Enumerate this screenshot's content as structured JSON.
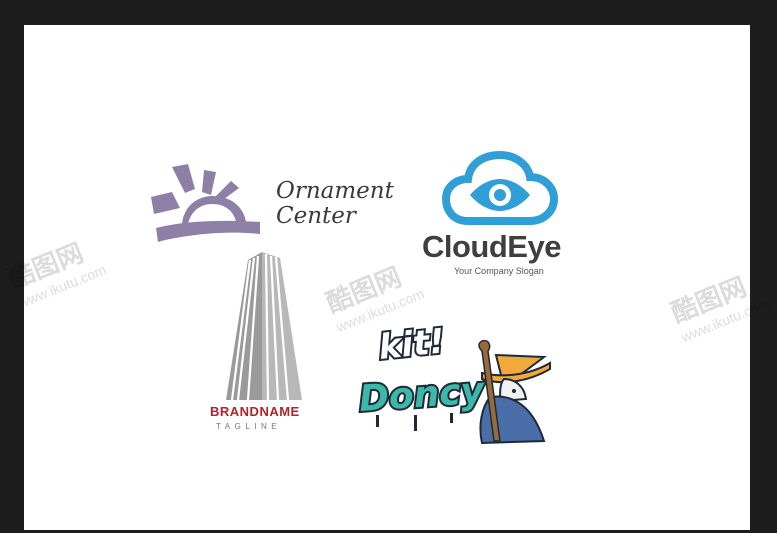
{
  "ornament": {
    "line1": "Ornament",
    "line2": "Center"
  },
  "cloudeye": {
    "name": "CloudEye",
    "slogan": "Your Company Slogan"
  },
  "brand": {
    "name": "BRANDNAME",
    "tagline": "TAGLINE"
  },
  "kitdoncy": {
    "text1": "kit!",
    "text2": "Doncy"
  },
  "watermark": {
    "logo": "酷图网",
    "url": "www.ikutu.com"
  },
  "colors": {
    "ornament_purple": "#8e7fa7",
    "cloud_blue": "#2f9fd6",
    "brand_red": "#b1242d",
    "teal": "#3cb8a8"
  }
}
